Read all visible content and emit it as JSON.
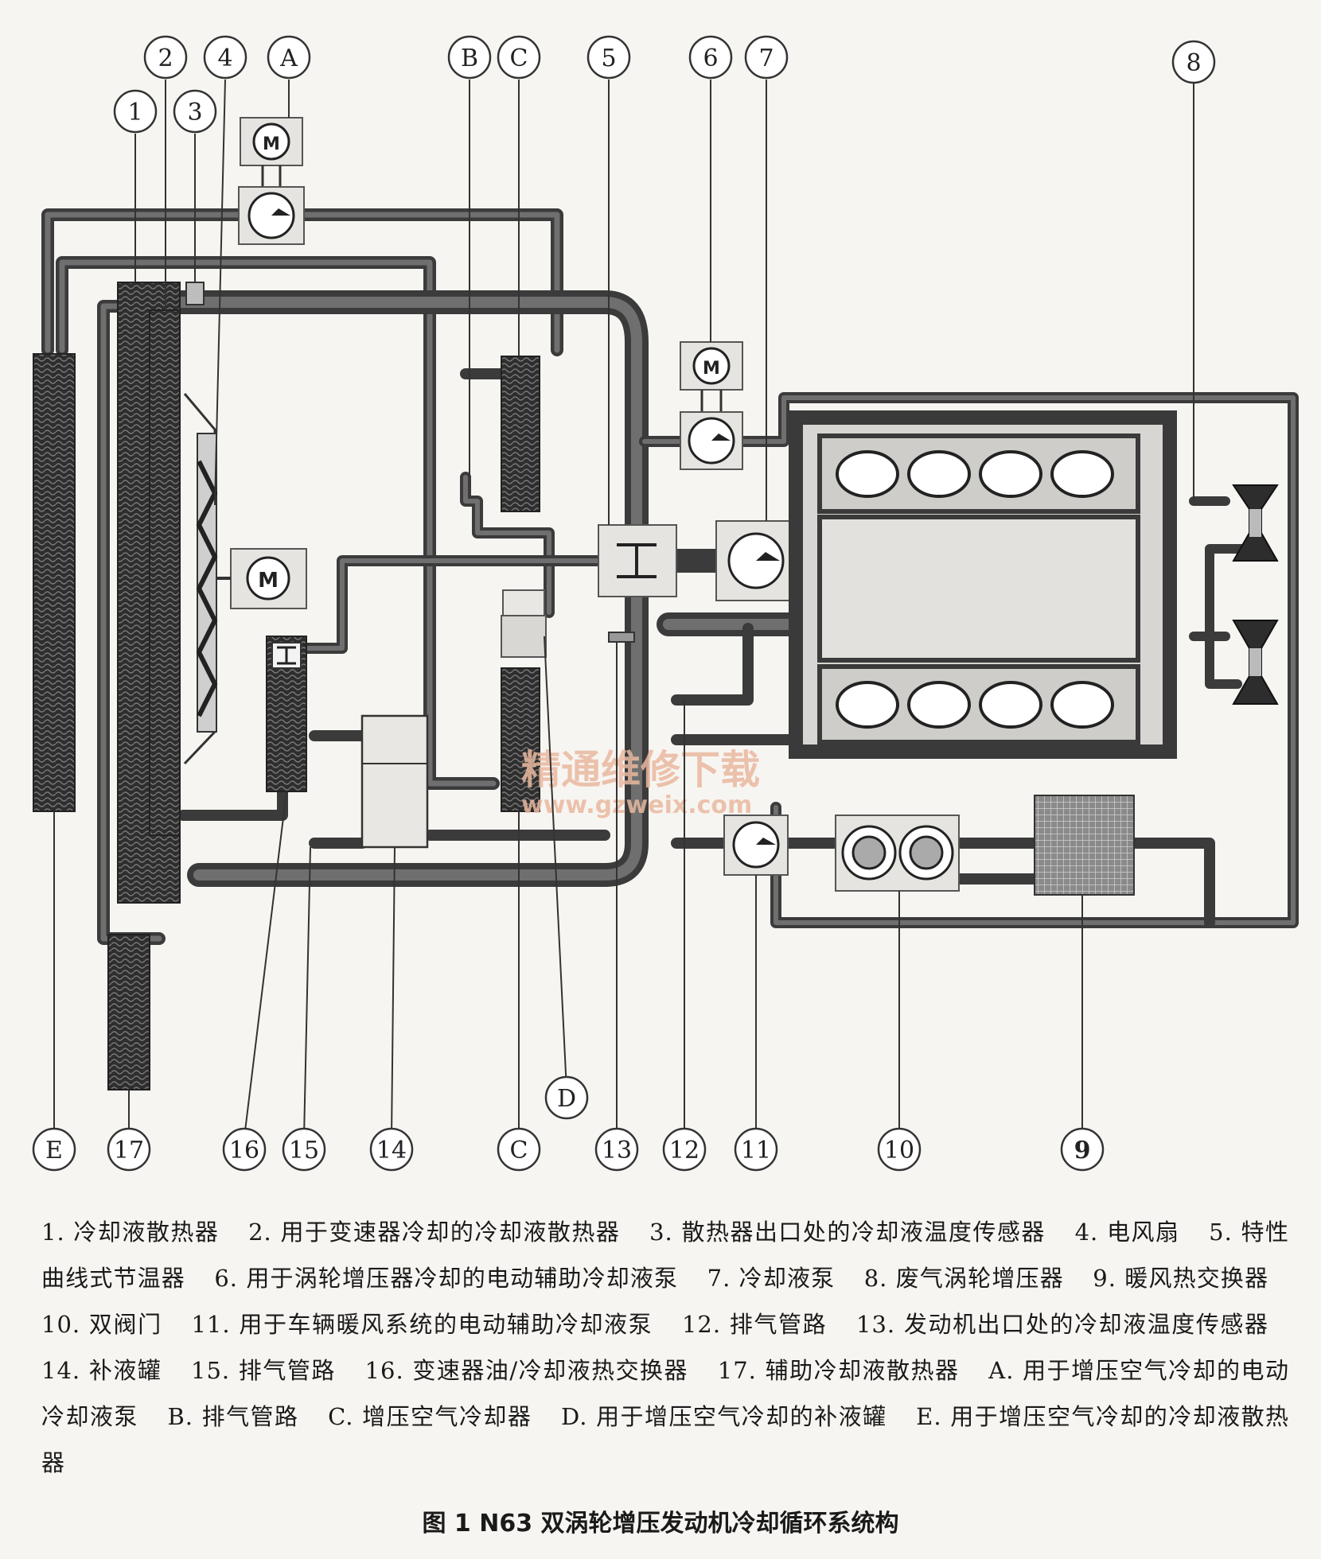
{
  "callouts": {
    "c1": "1",
    "c2": "2",
    "c3": "3",
    "c4": "4",
    "c5": "5",
    "c6": "6",
    "c7": "7",
    "c8": "8",
    "cA": "A",
    "cB": "B",
    "cC_top": "C",
    "cE": "E",
    "c17": "17",
    "c16": "16",
    "c15": "15",
    "c14": "14",
    "cC_bottom": "C",
    "cD": "D",
    "c13": "13",
    "c12": "12",
    "c11": "11",
    "c10": "10",
    "c9": "9"
  },
  "watermark": {
    "main": "精通维修下载",
    "url": "www.gzweix.com"
  },
  "legend": [
    "1. 冷却液散热器",
    "2. 用于变速器冷却的冷却液散热器",
    "3. 散热器出口处的冷却液温度传感器",
    "4. 电风扇",
    "5. 特性曲线式节温器",
    "6. 用于涡轮增压器冷却的电动辅助冷却液泵",
    "7. 冷却液泵",
    "8. 废气涡轮增压器",
    "9. 暖风热交换器",
    "10. 双阀门",
    "11. 用于车辆暖风系统的电动辅助冷却液泵",
    "12. 排气管路",
    "13. 发动机出口处的冷却液温度传感器",
    "14. 补液罐",
    "15. 排气管路",
    "16. 变速器油/冷却液热交换器",
    "17. 辅助冷却液散热器",
    "A. 用于增压空气冷却的电动冷却液泵",
    "B. 排气管路",
    "C. 增压空气冷却器",
    "D. 用于增压空气冷却的补液罐",
    "E. 用于增压空气冷却的冷却液散热器"
  ],
  "caption": "图 1   N63 双涡轮增压发动机冷却循环系统构",
  "icons": {
    "motor": "motor-icon",
    "pump": "pump-icon",
    "valve": "double-valve-icon",
    "thermostat": "thermostat-icon",
    "turbo": "turbocharger-icon"
  }
}
